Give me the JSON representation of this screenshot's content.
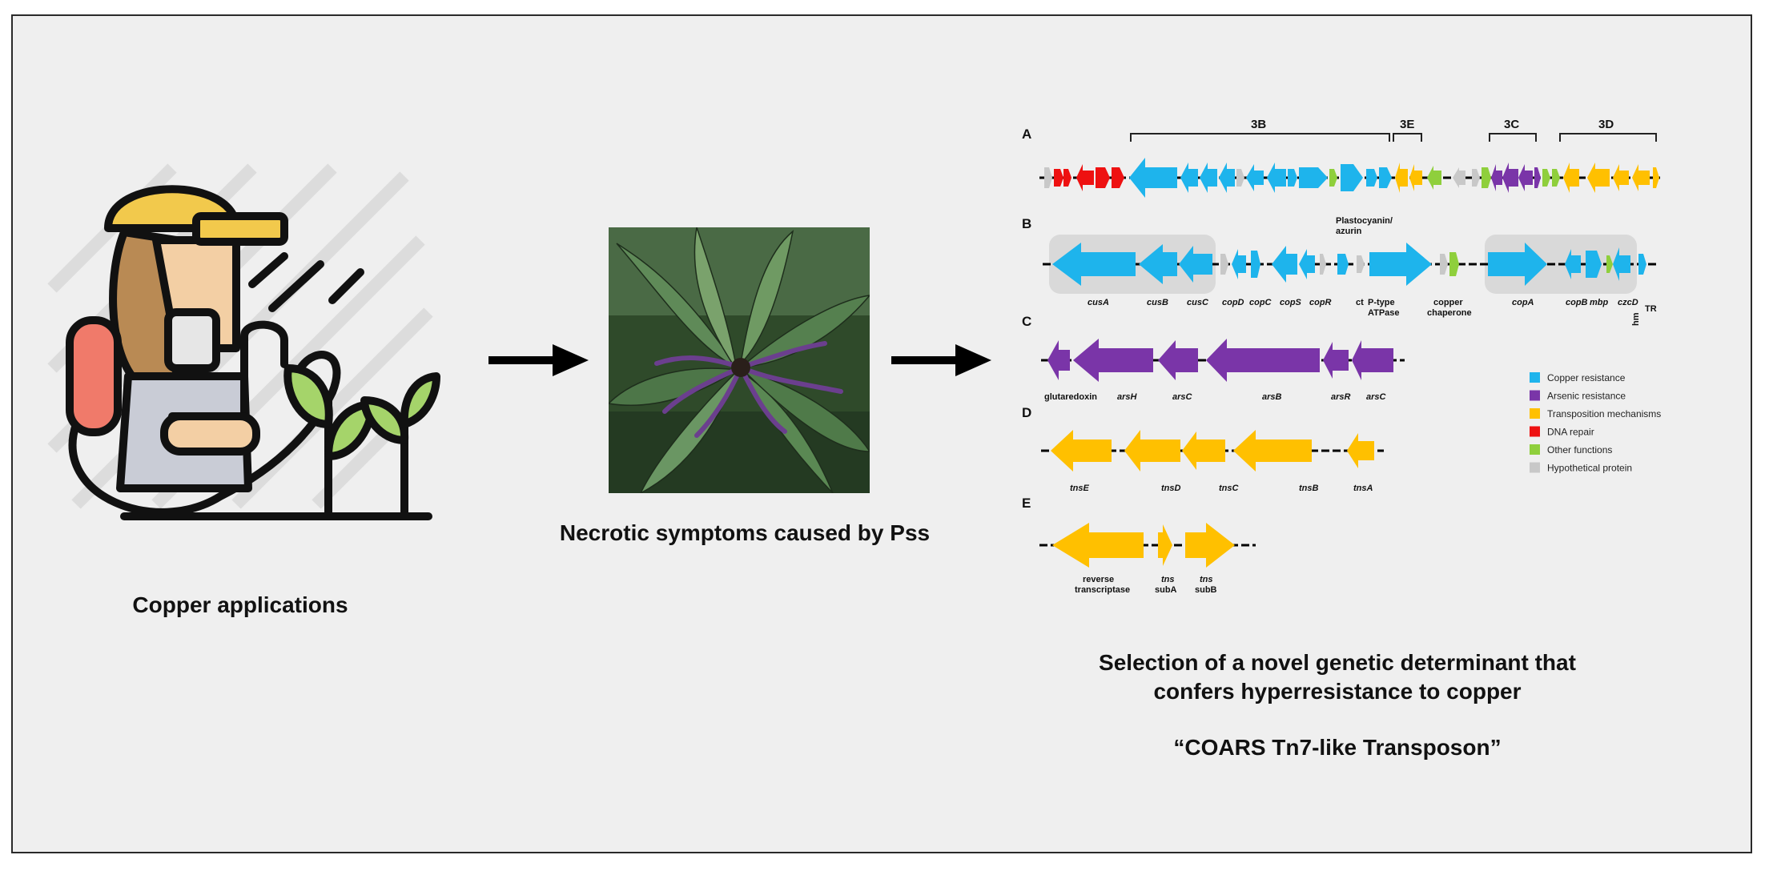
{
  "captions": {
    "copper": "Copper applications",
    "necrotic": "Necrotic symptoms caused by Pss",
    "selection_line1": "Selection of a novel genetic determinant that",
    "selection_line2": "confers hyperresistance to copper",
    "transposon": "“COARS Tn7-like Transposon”"
  },
  "colors": {
    "copper": "#1eb4ec",
    "arsenic": "#7a35a8",
    "transposition": "#ffc000",
    "dna_repair": "#ee1111",
    "other": "#8fcf3c",
    "hypothetical": "#c8c8c8",
    "cluster_bg": "#d9d9d9"
  },
  "diagram": {
    "panels": {
      "A": "A",
      "B": "B",
      "C": "C",
      "D": "D",
      "E": "E"
    },
    "regions": {
      "r3B": "3B",
      "r3E": "3E",
      "r3C": "3C",
      "r3D": "3D"
    },
    "labels_B": {
      "plasto1": "Plastocyanin/",
      "plasto2": "azurin",
      "cusA": "cusA",
      "cusB": "cusB",
      "cusC": "cusC",
      "copD": "copD",
      "copC": "copC",
      "copS": "copS",
      "copR": "copR",
      "ct": "ct",
      "ptype1": "P-type",
      "ptype2": "ATPase",
      "chap1": "copper",
      "chap2": "chaperone",
      "copA": "copA",
      "copB": "copB",
      "mbp": "mbp",
      "czcD": "czcD",
      "hm": "hm",
      "TR": "TR"
    },
    "labels_C": {
      "glutaredoxin": "glutaredoxin",
      "arsH": "arsH",
      "arsC1": "arsC",
      "arsB": "arsB",
      "arsR": "arsR",
      "arsC2": "arsC"
    },
    "labels_D": {
      "tnsE": "tnsE",
      "tnsD": "tnsD",
      "tnsC": "tnsC",
      "tnsB": "tnsB",
      "tnsA": "tnsA"
    },
    "labels_E": {
      "rt1": "reverse",
      "rt2": "transcriptase",
      "tnsA1": "tns",
      "tnsA2": "subA",
      "tnsB1": "tns",
      "tnsB2": "subB"
    },
    "legend": [
      {
        "label": "Copper resistance",
        "color": "#1eb4ec"
      },
      {
        "label": "Arsenic resistance",
        "color": "#7a35a8"
      },
      {
        "label": "Transposition mechanisms",
        "color": "#ffc000"
      },
      {
        "label": "DNA repair",
        "color": "#ee1111"
      },
      {
        "label": "Other functions",
        "color": "#8fcf3c"
      },
      {
        "label": "Hypothetical protein",
        "color": "#c8c8c8"
      }
    ]
  }
}
